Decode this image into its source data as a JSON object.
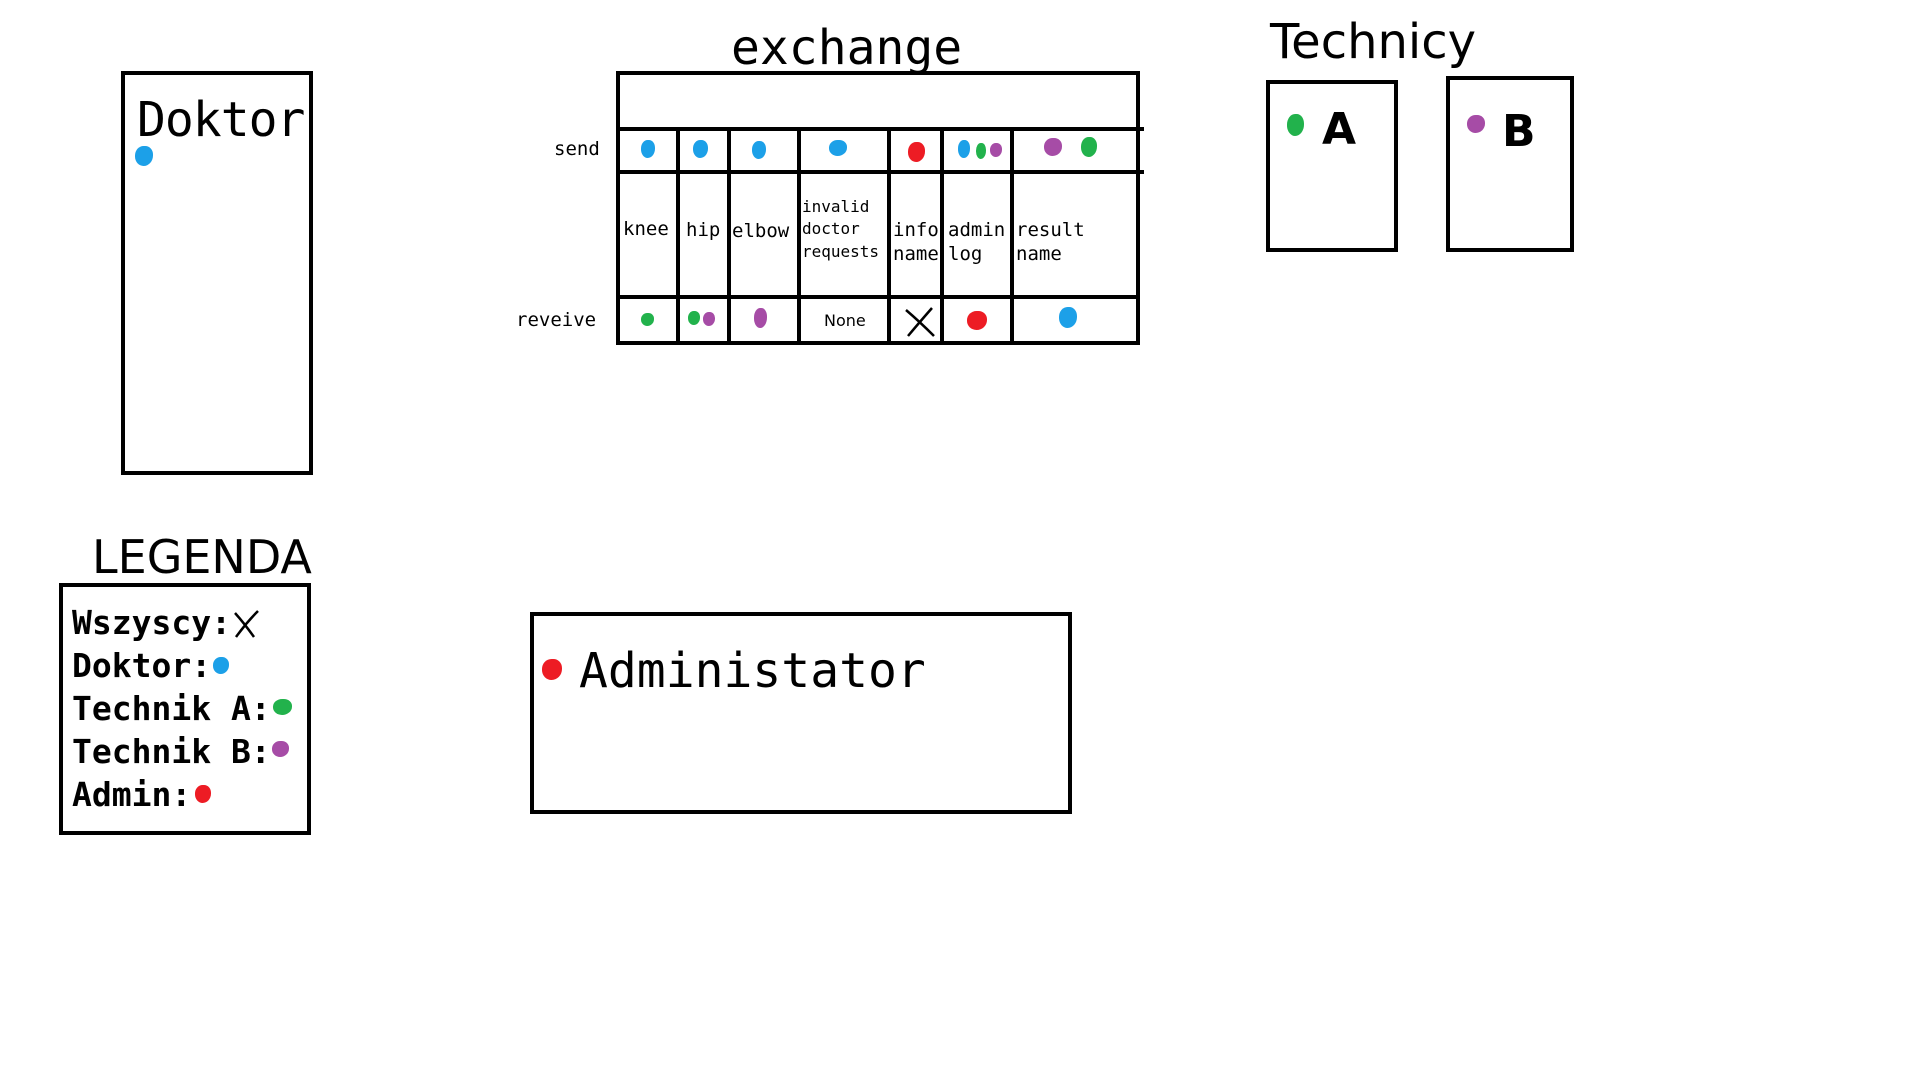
{
  "doktor": {
    "title": "Doktor",
    "dot_color": "#1ca0e8"
  },
  "exchange": {
    "title": "exchange",
    "subtitle": "queues",
    "send_label": "send",
    "receive_label": "reveive",
    "queues": [
      {
        "name": "knee",
        "send": [
          "#1ca0e8"
        ],
        "receive": [
          "#22b24c"
        ]
      },
      {
        "name": "hip",
        "send": [
          "#1ca0e8"
        ],
        "receive": [
          "#22b24c",
          "#a64ca6"
        ]
      },
      {
        "name": "elbow",
        "send": [
          "#1ca0e8"
        ],
        "receive": [
          "#a64ca6"
        ]
      },
      {
        "name_lines": [
          "invalid",
          "doctor",
          "requests"
        ],
        "send": [
          "#1ca0e8"
        ],
        "receive_text": "None"
      },
      {
        "name_lines": [
          "info",
          "name"
        ],
        "send": [
          "#ed1c24"
        ],
        "receive_symbol": "cross"
      },
      {
        "name_lines": [
          "admin",
          "log"
        ],
        "send": [
          "#1ca0e8",
          "#22b24c",
          "#a64ca6"
        ],
        "receive": [
          "#ed1c24"
        ]
      },
      {
        "name_lines": [
          "result",
          "name"
        ],
        "send": [
          "#a64ca6",
          "#22b24c"
        ],
        "receive": [
          "#1ca0e8"
        ]
      }
    ]
  },
  "technicy": {
    "title": "Technicy",
    "a": {
      "letter": "A",
      "dot_color": "#22b24c"
    },
    "b": {
      "letter": "B",
      "dot_color": "#a64ca6"
    }
  },
  "legenda": {
    "title": "LEGENDA",
    "rows": [
      {
        "label": "Wszyscy:",
        "symbol": "cross"
      },
      {
        "label": "Doktor:",
        "color": "#1ca0e8"
      },
      {
        "label": "Technik A:",
        "color": "#22b24c"
      },
      {
        "label": "Technik B:",
        "color": "#a64ca6"
      },
      {
        "label": "Admin:",
        "color": "#ed1c24"
      }
    ]
  },
  "administrator": {
    "title": "Administator",
    "dot_color": "#ed1c24"
  }
}
